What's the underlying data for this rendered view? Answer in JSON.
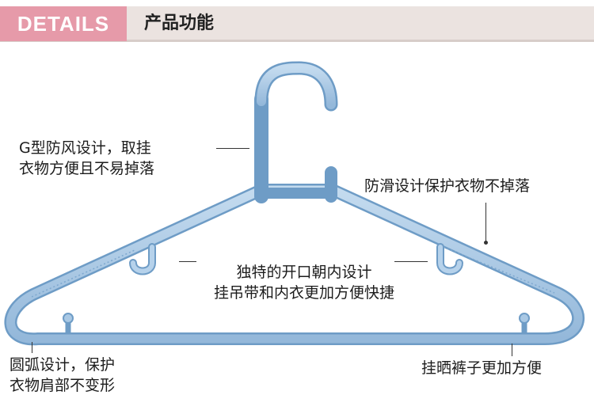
{
  "header": {
    "tab_label": "DETAILS",
    "title": "产品功能"
  },
  "features": {
    "hook": {
      "line1": "G型防风设计，取挂",
      "line2": "衣物方便且不易掉落"
    },
    "anti_slip": {
      "line1": "防滑设计保护衣物不掉落"
    },
    "open_hooks": {
      "line1": "独特的开口朝内设计",
      "line2": "挂吊带和内衣更加方便快捷"
    },
    "rounded_ends": {
      "line1": "圆弧设计，保护",
      "line2": "衣物肩部不变形"
    },
    "pants_bar": {
      "line1": "挂晒裤子更加方便"
    }
  },
  "colors": {
    "tab_bg": "#e69aa9",
    "header_bg": "#ebe3e0",
    "hanger_fill": "#a9c8e4",
    "hanger_edge": "#6e9cc6"
  }
}
